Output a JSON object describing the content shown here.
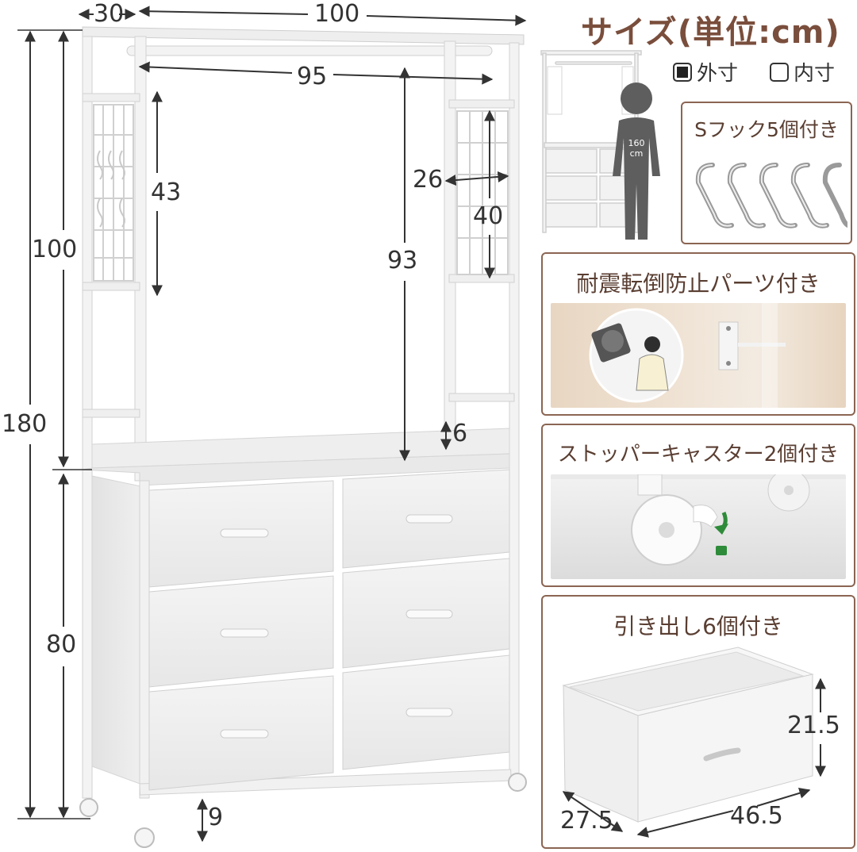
{
  "header": {
    "title": "サイズ(単位:cm)",
    "legend": {
      "outer": "外寸",
      "inner": "内寸"
    }
  },
  "dimensions": {
    "depth": "30",
    "width": "100",
    "rod_width": "95",
    "total_height": "180",
    "upper_height": "100",
    "lower_height": "80",
    "grid_height": "43",
    "grid_width": "26",
    "grid_height_right": "40",
    "hanging_height": "93",
    "lip_height": "6",
    "clearance": "9"
  },
  "figure": {
    "height_label": "160\ncm"
  },
  "cards": {
    "hooks": {
      "label": "Sフック5個付き"
    },
    "anti_tip": {
      "label": "耐震転倒防止パーツ付き"
    },
    "casters": {
      "label": "ストッパーキャスター2個付き"
    },
    "drawers": {
      "label": "引き出し6個付き",
      "height": "21.5",
      "depth": "27.5",
      "width": "46.5"
    }
  },
  "colors": {
    "title": "#7a4e3c",
    "card_border": "#8b6553",
    "dimension_line": "#333333"
  }
}
